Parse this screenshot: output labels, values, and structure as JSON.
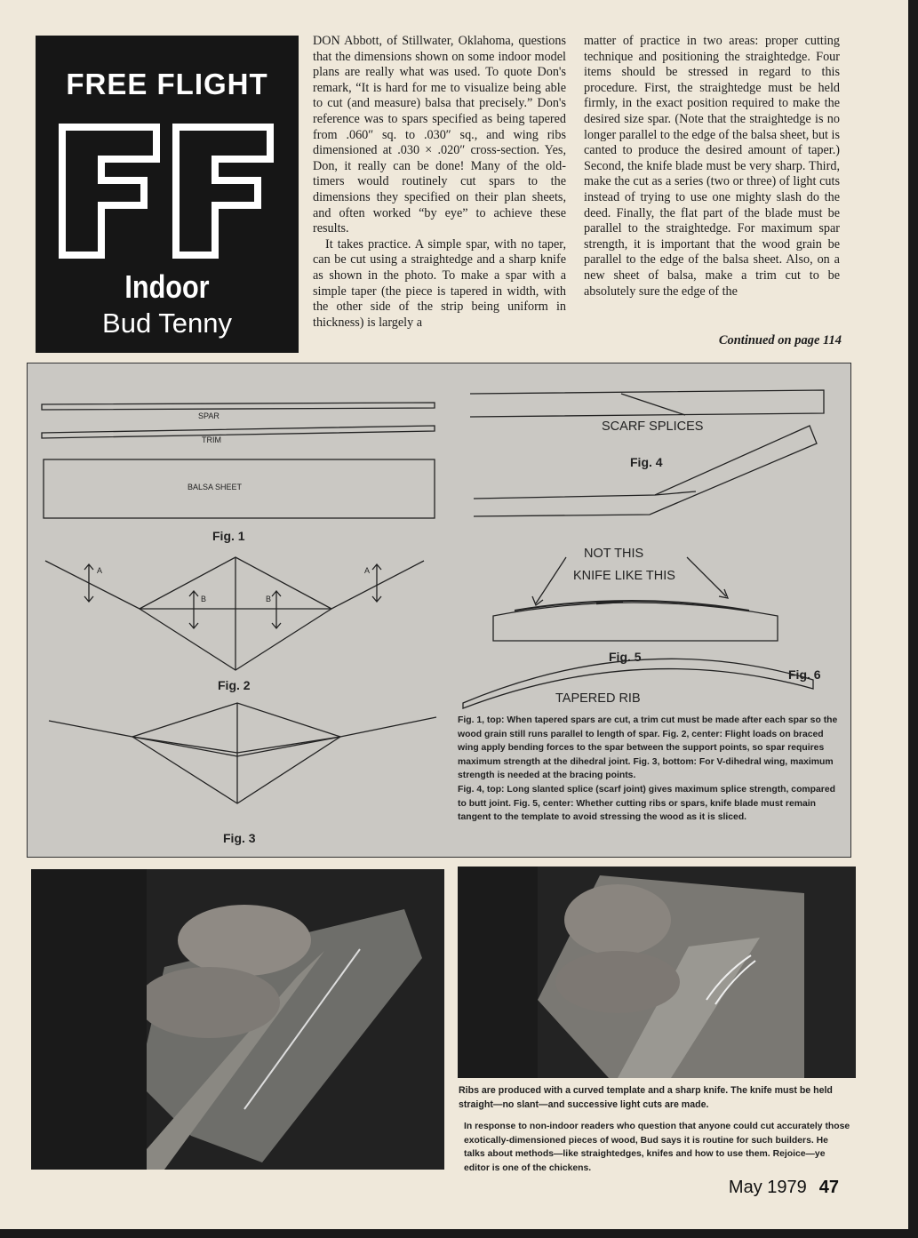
{
  "header": {
    "section": "FREE FLIGHT",
    "logo_letters": "FF",
    "subtitle": "Indoor",
    "author": "Bud Tenny"
  },
  "article": {
    "col1_p1": "DON Abbott, of Stillwater, Oklahoma, questions that the dimensions shown on some indoor model plans are really what was used. To quote Don's remark, “It is hard for me to visualize being able to cut (and measure) balsa that precisely.” Don's reference was to spars specified as being tapered from .060″ sq. to .030″ sq., and wing ribs dimensioned at .030 × .020″ cross-section. Yes, Don, it really can be done! Many of the old-timers would routinely cut spars to the dimensions they specified on their plan sheets, and often worked “by eye” to achieve these results.",
    "col1_p2": "It takes practice. A simple spar, with no taper, can be cut using a straightedge and a sharp knife as shown in the photo. To make a spar with a simple taper (the piece is tapered in width, with the other side of the strip being uniform in thickness) is largely a",
    "col2_p1": "matter of practice in two areas: proper cutting technique and positioning the straightedge. Four items should be stressed in regard to this procedure. First, the straightedge must be held firmly, in the exact position required to make the desired size spar. (Note that the straightedge is no longer parallel to the edge of the balsa sheet, but is canted to produce the desired amount of taper.) Second, the knife blade must be very sharp. Third, make the cut as a series (two or three) of light cuts instead of trying to use one mighty slash do the deed. Finally, the flat part of the blade must be parallel to the straightedge. For maximum spar strength, it is important that the wood grain be parallel to the edge of the balsa sheet. Also, on a new sheet of balsa, make a trim cut to be absolutely sure the edge of the",
    "continued": "Continued on page 114"
  },
  "diagram": {
    "spar": "SPAR",
    "trim": "TRIM",
    "balsa_sheet": "BALSA SHEET",
    "fig1": "Fig. 1",
    "fig2": "Fig. 2",
    "fig3": "Fig. 3",
    "fig4": "Fig. 4",
    "fig5": "Fig. 5",
    "fig6": "Fig. 6",
    "label_a": "A",
    "label_b": "B",
    "scarf_splices": "SCARF SPLICES",
    "not_this": "NOT THIS",
    "knife_like_this": "KNIFE LIKE THIS",
    "tapered_rib": "TAPERED RIB",
    "caption": "Fig. 1, top: When tapered spars are cut, a trim cut must be made after each spar so the wood grain still runs parallel to length of spar. Fig. 2, center: Flight loads on braced wing apply bending forces to the spar between the support points, so spar requires maximum strength at the dihedral joint. Fig. 3, bottom: For V-dihedral wing, maximum strength is needed at the bracing points.",
    "caption2": "Fig. 4, top: Long slanted splice (scarf joint) gives maximum splice strength, compared to butt joint. Fig. 5, center: Whether cutting ribs or spars, knife blade must remain tangent to the template to avoid stressing the wood as it is sliced."
  },
  "photos": {
    "caption": "Ribs are produced with a curved template and a sharp knife. The knife must be held straight—no slant—and successive light cuts are made.",
    "editor_note": "In response to non-indoor readers who question that anyone could cut accurately those exotically-dimensioned pieces of wood, Bud says it is routine for such builders. He talks about methods—like straightedges, knifes and how to use them. Rejoice—ye editor is one of the chickens."
  },
  "footer": {
    "issue": "May 1979",
    "page": "47"
  }
}
